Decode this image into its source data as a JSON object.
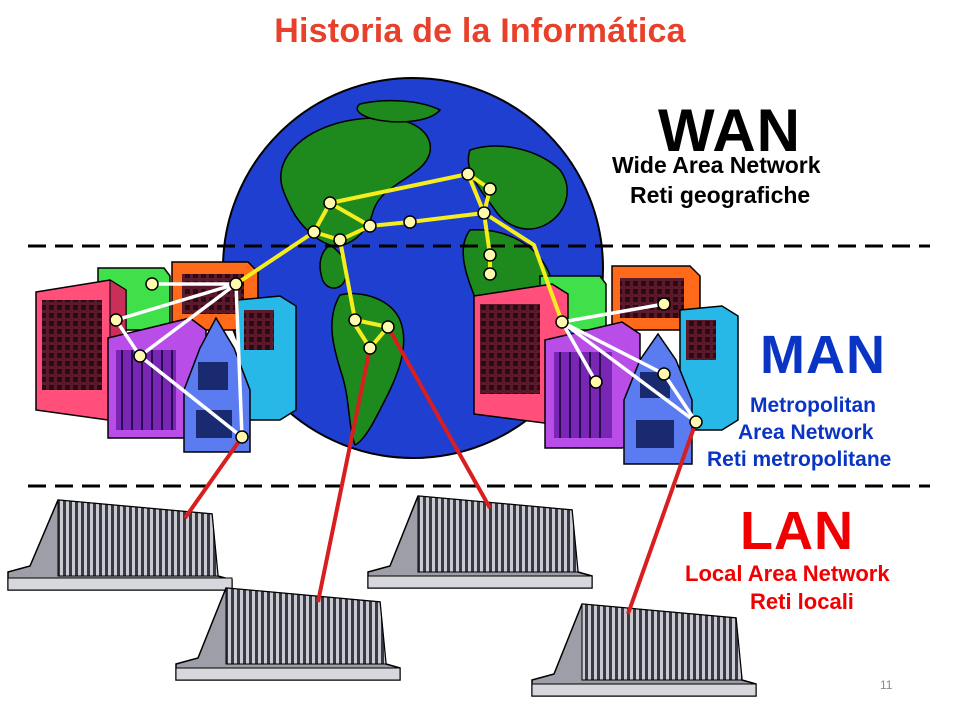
{
  "title": "Historia de la Informática",
  "wan": {
    "title": "WAN",
    "line1": "Wide Area Network",
    "line2": "Reti geografiche"
  },
  "man": {
    "title": "MAN",
    "line1": "Metropolitan",
    "line2": "Area Network",
    "line3": "Reti metropolitane"
  },
  "lan": {
    "title": "LAN",
    "line1": "Local Area Network",
    "line2": "Reti locali"
  },
  "page_number": "11",
  "colors": {
    "title": "#e8402a",
    "wan_text": "#000000",
    "man_text": "#0a35c4",
    "lan_text": "#f00000",
    "ocean": "#1f3fd0",
    "land": "#1e8a1e",
    "wan_links": "#f5ee1c",
    "man_links": "#ffffff",
    "lan_links": "#d81e1e"
  }
}
